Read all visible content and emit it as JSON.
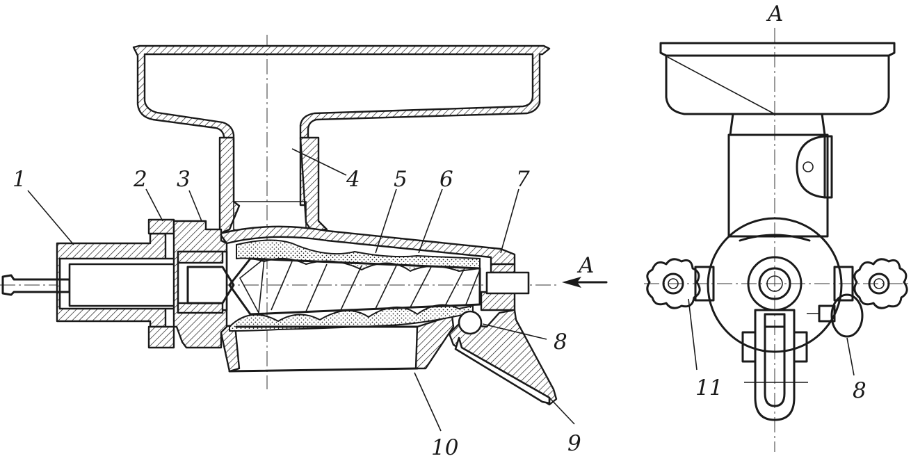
{
  "view_label_top": "A",
  "arrow_label": "A",
  "callouts": {
    "c1": "1",
    "c2": "2",
    "c3": "3",
    "c4": "4",
    "c5": "5",
    "c6": "6",
    "c7": "7",
    "c8_section": "8",
    "c9": "9",
    "c10": "10",
    "c11": "11",
    "c8_view": "8"
  }
}
